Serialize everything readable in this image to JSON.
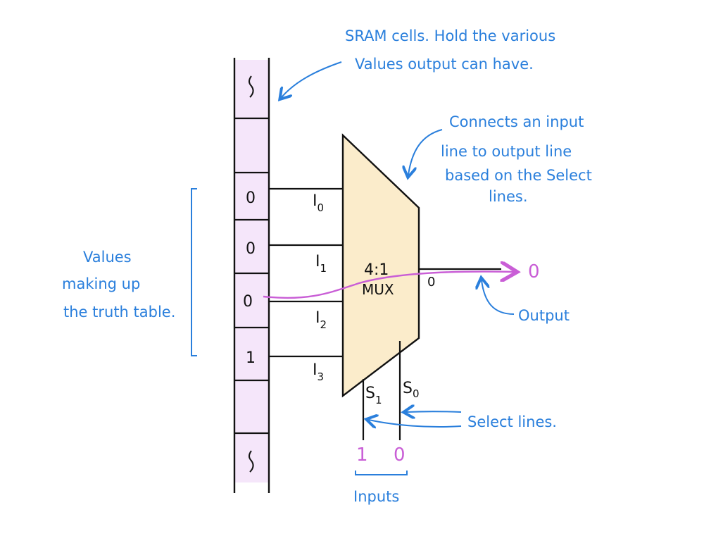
{
  "sram": {
    "cells": [
      "",
      "0",
      "0",
      "0",
      "1",
      ""
    ]
  },
  "mux": {
    "label_line1": "4:1",
    "label_line2": "MUX",
    "inputs": [
      {
        "name": "I",
        "sub": "0"
      },
      {
        "name": "I",
        "sub": "1"
      },
      {
        "name": "I",
        "sub": "2"
      },
      {
        "name": "I",
        "sub": "3"
      }
    ],
    "selects": [
      {
        "name": "S",
        "sub": "1"
      },
      {
        "name": "S",
        "sub": "0"
      }
    ],
    "output_value_small": "0",
    "output_value": "0"
  },
  "input_values": [
    "1",
    "0"
  ],
  "annotations": {
    "sram_note_line1": "SRAM cells. Hold the various",
    "sram_note_line2": "Values output can have.",
    "mux_note_line1": "Connects an input",
    "mux_note_line2": "line to output line",
    "mux_note_line3": "based on the Select",
    "mux_note_line4": "lines.",
    "values_line1": "Values",
    "values_line2": "making up",
    "values_line3": "the truth table.",
    "output_label": "Output",
    "select_label": "Select lines.",
    "inputs_label": "Inputs"
  },
  "colors": {
    "sram_fill": "#f5e6fa",
    "mux_fill": "#fbeccb",
    "annotation_blue": "#2a7fdc",
    "path_magenta": "#c95ed6",
    "ink": "#111111"
  }
}
